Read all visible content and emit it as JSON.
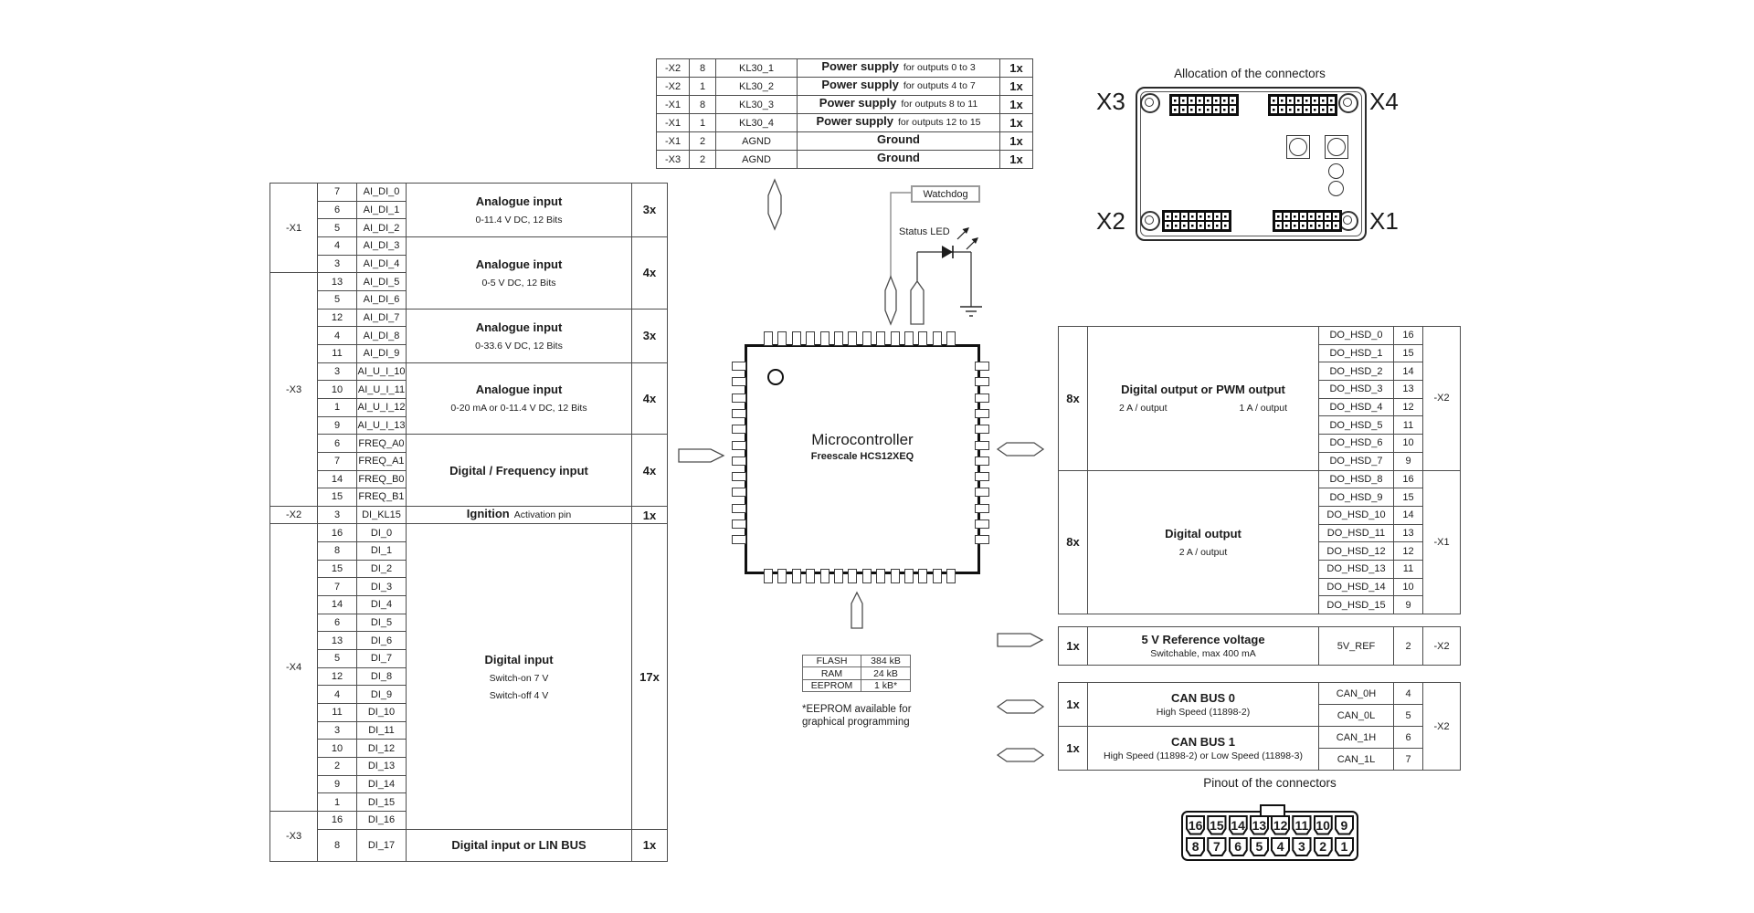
{
  "top_table": {
    "rows": [
      {
        "conn": "-X2",
        "pin": "8",
        "signal": "KL30_1",
        "desc_main": "Power supply",
        "desc_note": "for outputs 0 to 3",
        "count": "1x"
      },
      {
        "conn": "-X2",
        "pin": "1",
        "signal": "KL30_2",
        "desc_main": "Power supply",
        "desc_note": "for outputs 4 to 7",
        "count": "1x"
      },
      {
        "conn": "-X1",
        "pin": "8",
        "signal": "KL30_3",
        "desc_main": "Power supply",
        "desc_note": "for outputs 8 to 11",
        "count": "1x"
      },
      {
        "conn": "-X1",
        "pin": "1",
        "signal": "KL30_4",
        "desc_main": "Power supply",
        "desc_note": "for outputs 12 to 15",
        "count": "1x"
      },
      {
        "conn": "-X1",
        "pin": "2",
        "signal": "AGND",
        "desc_main": "Ground",
        "desc_note": "",
        "count": "1x"
      },
      {
        "conn": "-X3",
        "pin": "2",
        "signal": "AGND",
        "desc_main": "Ground",
        "desc_note": "",
        "count": "1x"
      }
    ]
  },
  "left_table": {
    "rows": [
      [
        "7",
        "AI_DI_0"
      ],
      [
        "6",
        "AI_DI_1"
      ],
      [
        "5",
        "AI_DI_2"
      ],
      [
        "4",
        "AI_DI_3"
      ],
      [
        "3",
        "AI_DI_4"
      ],
      [
        "13",
        "AI_DI_5"
      ],
      [
        "5",
        "AI_DI_6"
      ],
      [
        "12",
        "AI_DI_7"
      ],
      [
        "4",
        "AI_DI_8"
      ],
      [
        "11",
        "AI_DI_9"
      ],
      [
        "3",
        "AI_U_I_10"
      ],
      [
        "10",
        "AI_U_I_11"
      ],
      [
        "1",
        "AI_U_I_12"
      ],
      [
        "9",
        "AI_U_I_13"
      ],
      [
        "6",
        "FREQ_A0"
      ],
      [
        "7",
        "FREQ_A1"
      ],
      [
        "14",
        "FREQ_B0"
      ],
      [
        "15",
        "FREQ_B1"
      ],
      [
        "3",
        "DI_KL15"
      ],
      [
        "16",
        "DI_0"
      ],
      [
        "8",
        "DI_1"
      ],
      [
        "15",
        "DI_2"
      ],
      [
        "7",
        "DI_3"
      ],
      [
        "14",
        "DI_4"
      ],
      [
        "6",
        "DI_5"
      ],
      [
        "13",
        "DI_6"
      ],
      [
        "5",
        "DI_7"
      ],
      [
        "12",
        "DI_8"
      ],
      [
        "4",
        "DI_9"
      ],
      [
        "11",
        "DI_10"
      ],
      [
        "3",
        "DI_11"
      ],
      [
        "10",
        "DI_12"
      ],
      [
        "2",
        "DI_13"
      ],
      [
        "9",
        "DI_14"
      ],
      [
        "1",
        "DI_15"
      ],
      [
        "16",
        "DI_16"
      ],
      [
        "8",
        "DI_17"
      ]
    ],
    "conn_groups": [
      {
        "label": "-X1",
        "start": 0,
        "span": 5
      },
      {
        "label": "-X3",
        "start": 5,
        "span": 13
      },
      {
        "label": "-X2",
        "start": 18,
        "span": 1
      },
      {
        "label": "-X4",
        "start": 19,
        "span": 16
      },
      {
        "label": "-X3",
        "start": 35,
        "span": 2
      }
    ],
    "desc_groups": [
      {
        "start": 0,
        "span": 3,
        "title": "Analogue input",
        "subs": [
          "0-11.4 V DC, 12 Bits"
        ],
        "count": "3x"
      },
      {
        "start": 3,
        "span": 4,
        "title": "Analogue input",
        "subs": [
          "0-5 V DC, 12 Bits"
        ],
        "count": "4x"
      },
      {
        "start": 7,
        "span": 3,
        "title": "Analogue input",
        "subs": [
          "0-33.6 V DC, 12 Bits"
        ],
        "count": "3x"
      },
      {
        "start": 10,
        "span": 4,
        "title": "Analogue input",
        "subs": [
          "0-20 mA or 0-11.4 V DC, 12 Bits"
        ],
        "count": "4x"
      },
      {
        "start": 14,
        "span": 4,
        "title": "Digital / Frequency input",
        "subs": [],
        "count": "4x"
      },
      {
        "start": 18,
        "span": 1,
        "title": "Ignition",
        "inline_note": "Activation pin",
        "subs": [],
        "count": "1x"
      },
      {
        "start": 19,
        "span": 17,
        "title": "Digital input",
        "subs": [
          "Switch-on 7 V",
          "Switch-off 4 V"
        ],
        "count": "17x"
      },
      {
        "start": 36,
        "span": 1,
        "title": "Digital input or LIN BUS",
        "subs": [],
        "count": "1x"
      }
    ]
  },
  "right_table": {
    "rows": [
      [
        "DO_HSD_0",
        "16"
      ],
      [
        "DO_HSD_1",
        "15"
      ],
      [
        "DO_HSD_2",
        "14"
      ],
      [
        "DO_HSD_3",
        "13"
      ],
      [
        "DO_HSD_4",
        "12"
      ],
      [
        "DO_HSD_5",
        "11"
      ],
      [
        "DO_HSD_6",
        "10"
      ],
      [
        "DO_HSD_7",
        "9"
      ],
      [
        "DO_HSD_8",
        "16"
      ],
      [
        "DO_HSD_9",
        "15"
      ],
      [
        "DO_HSD_10",
        "14"
      ],
      [
        "DO_HSD_11",
        "13"
      ],
      [
        "DO_HSD_12",
        "12"
      ],
      [
        "DO_HSD_13",
        "11"
      ],
      [
        "DO_HSD_14",
        "10"
      ],
      [
        "DO_HSD_15",
        "9"
      ]
    ],
    "conn_groups": [
      {
        "label": "-X2",
        "start": 0,
        "span": 8
      },
      {
        "label": "-X1",
        "start": 8,
        "span": 8
      }
    ],
    "desc_groups": [
      {
        "start": 0,
        "span": 8,
        "count": "8x",
        "title": "Digital output or PWM output",
        "sub_left": "2 A / output",
        "sub_right": "1 A / output"
      },
      {
        "start": 8,
        "span": 8,
        "count": "8x",
        "title": "Digital output",
        "subs": [
          "2 A / output"
        ]
      }
    ]
  },
  "ref_table": {
    "count": "1x",
    "title": "5 V Reference voltage",
    "sub": "Switchable, max 400 mA",
    "signal": "5V_REF",
    "pin": "2",
    "conn": "-X2"
  },
  "can_table": {
    "rows": [
      [
        "CAN_0H",
        "4"
      ],
      [
        "CAN_0L",
        "5"
      ],
      [
        "CAN_1H",
        "6"
      ],
      [
        "CAN_1L",
        "7"
      ]
    ],
    "desc_groups": [
      {
        "start": 0,
        "span": 2,
        "count": "1x",
        "title": "CAN BUS 0",
        "sub": "High Speed (11898-2)"
      },
      {
        "start": 2,
        "span": 2,
        "count": "1x",
        "title": "CAN BUS 1",
        "sub": "High Speed (11898-2) or Low Speed (11898-3)"
      }
    ],
    "conn": "-X2"
  },
  "mcu": {
    "title": "Microcontroller",
    "subtitle": "Freescale HCS12XEQ",
    "watchdog_label": "Watchdog",
    "status_led_label": "Status LED"
  },
  "memory": {
    "rows": [
      [
        "FLASH",
        "384 kB"
      ],
      [
        "RAM",
        "24 kB"
      ],
      [
        "EEPROM",
        "1 kB*"
      ]
    ],
    "note": [
      "*EEPROM available for",
      "graphical programming"
    ]
  },
  "allocation": {
    "title": "Allocation of the connectors",
    "corner_labels": {
      "tl": "X3",
      "tr": "X4",
      "bl": "X2",
      "br": "X1"
    }
  },
  "pinout": {
    "title": "Pinout of the connectors",
    "top_row": [
      "16",
      "15",
      "14",
      "13",
      "12",
      "11",
      "10",
      "9"
    ],
    "bottom_row": [
      "8",
      "7",
      "6",
      "5",
      "4",
      "3",
      "2",
      "1"
    ]
  },
  "colors": {
    "line": "#4d4d4d",
    "ink": "#1c1c1c"
  }
}
